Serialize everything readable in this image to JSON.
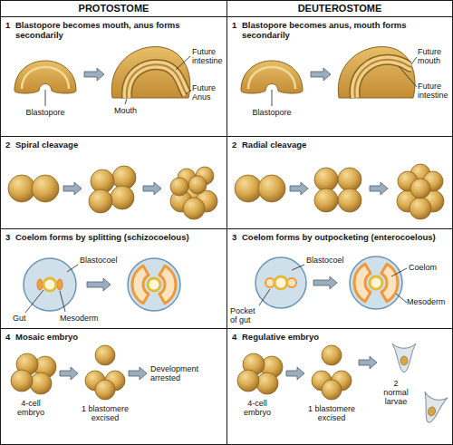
{
  "diagram": {
    "nodes": [
      {
        "text": [
          "PROTOSTOME"
        ]
      },
      {
        "text": [
          "DEUTEROSTOME"
        ]
      },
      {
        "text": [
          "1",
          "Blastopore becomes mouth, anus forms secondarily"
        ]
      },
      {
        "text": [
          "1",
          "Blastopore becomes anus, mouth forms secondarily"
        ]
      },
      {
        "text": [
          "2",
          "Spiral cleavage"
        ]
      },
      {
        "text": [
          "2",
          "Radial cleavage"
        ]
      },
      {
        "text": [
          "3",
          "Coelom forms by splitting (schizocoelous)"
        ]
      },
      {
        "text": [
          "3",
          "Coelom forms by outpocketing (enterocoelous)"
        ]
      },
      {
        "text": [
          "4",
          "Mosaic embryo"
        ]
      },
      {
        "text": [
          "4",
          "Regulative embryo"
        ]
      }
    ],
    "labels": [
      "Future intestine",
      "Future Anus",
      "Blastopore",
      "Mouth",
      "Future mouth",
      "Future intestine",
      "Blastopore",
      "Blastocoel",
      "Gut",
      "Mesoderm",
      "Blastocoel",
      "Pocket of gut",
      "Coelom",
      "Mesoderm",
      "4-cell embryo",
      "1 blastomere excised",
      "Development arrested",
      "4-cell embryo",
      "1 blastomere excised",
      "2 normal larvae"
    ]
  }
}
